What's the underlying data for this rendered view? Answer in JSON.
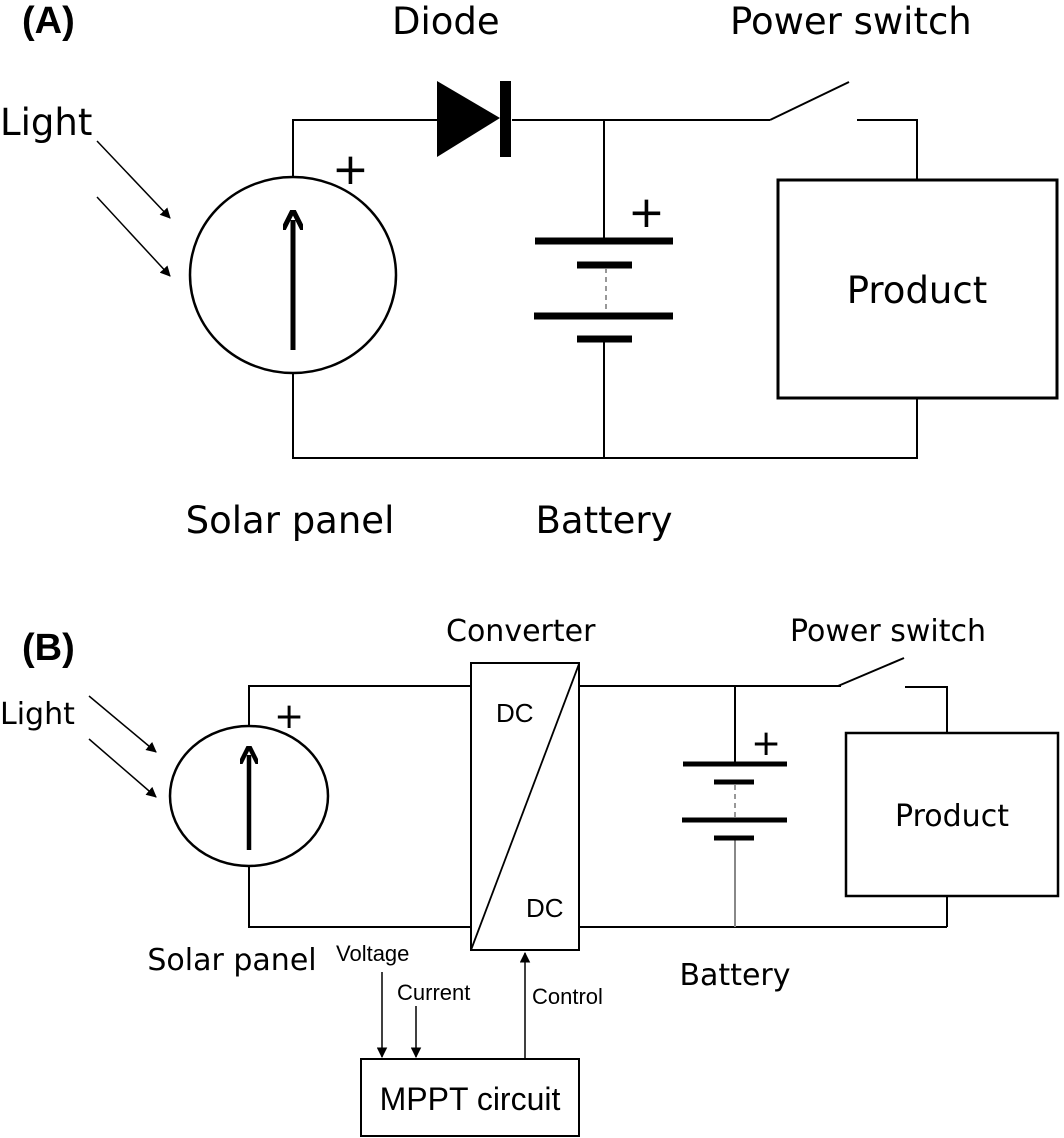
{
  "figure": {
    "panel_a": {
      "tag": "(A)",
      "light_label": "Light",
      "diode_label": "Diode",
      "switch_label": "Power switch",
      "product_label": "Product",
      "solar_label": "Solar panel",
      "battery_label": "Battery",
      "solar_polarity": "+",
      "battery_polarity": "+"
    },
    "panel_b": {
      "tag": "(B)",
      "light_label": "Light",
      "converter_label": "Converter",
      "converter_input": "DC",
      "converter_output": "DC",
      "switch_label": "Power switch",
      "product_label": "Product",
      "solar_label": "Solar panel",
      "battery_label": "Battery",
      "voltage_label": "Voltage",
      "current_label": "Current",
      "control_label": "Control",
      "mppt_label": "MPPT circuit",
      "solar_polarity": "+",
      "battery_polarity": "+"
    }
  }
}
